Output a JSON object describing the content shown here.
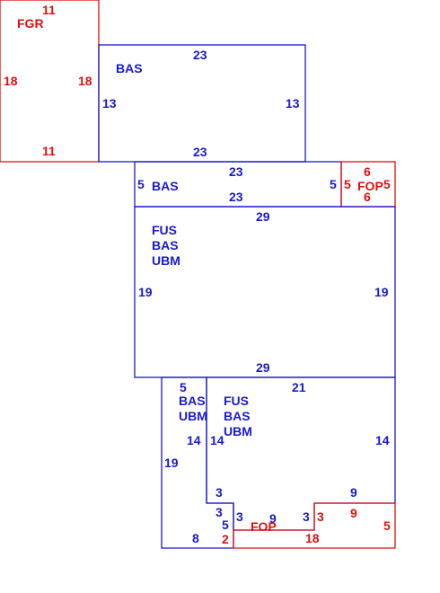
{
  "colors": {
    "living": "#1a1ad0",
    "accessory": "#e01010"
  },
  "labels": {
    "fgr": "FGR",
    "bas1": "BAS",
    "bas2": "BAS",
    "fop_right": "FOP",
    "main_l1": "FUS",
    "main_l2": "BAS",
    "main_l3": "UBM",
    "left_l1": "BAS",
    "left_l2": "UBM",
    "right_l1": "FUS",
    "right_l2": "BAS",
    "right_l3": "UBM",
    "fop_bottom": "FOP"
  },
  "dims": {
    "fgr_top": "11",
    "fgr_left": "18",
    "fgr_right": "18",
    "fgr_bottom": "11",
    "bas1_top": "23",
    "bas1_left": "13",
    "bas1_right": "13",
    "bas1_bottom": "23",
    "bas2_top": "23",
    "bas2_left": "5",
    "bas2_right": "5",
    "bas2_bottom": "23",
    "fop_top": "6",
    "fop_left": "5",
    "fop_right": "5",
    "fop_bottom": "6",
    "main_top": "29",
    "main_left": "19",
    "main_right": "19",
    "main_bottom": "29",
    "low_top_left": "5",
    "low_top_right": "21",
    "low_div_left": "14",
    "low_div_right": "14",
    "low_right": "14",
    "low_left": "19",
    "notch_3a": "3",
    "notch_3b": "3",
    "notch_3c": "3",
    "notch_3d": "3",
    "notch_5": "5",
    "notch_9_mid": "9",
    "notch_9_right": "9",
    "low_bottom": "8",
    "fop2_left": "2",
    "fop2_step": "3",
    "fop2_step_top": "9",
    "fop2_right": "5",
    "fop2_bottom": "18"
  }
}
